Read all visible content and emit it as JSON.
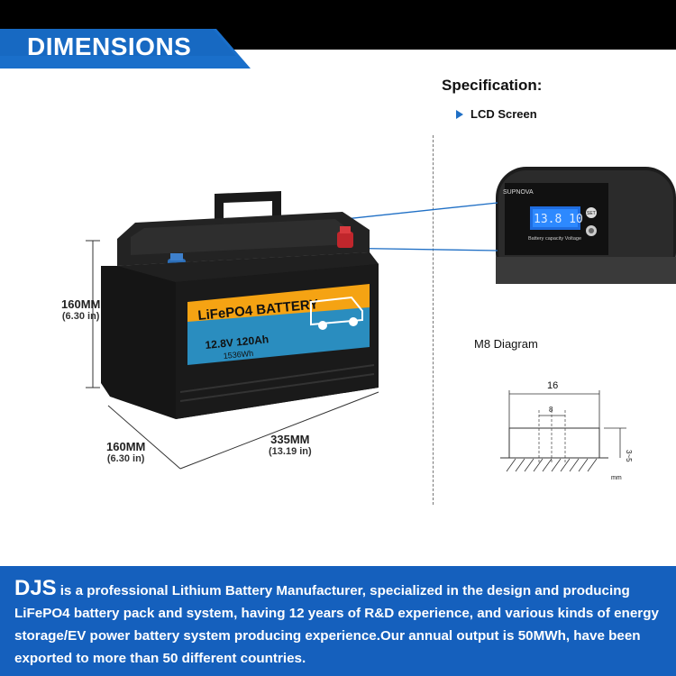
{
  "banner": {
    "title": "DIMENSIONS"
  },
  "spec": {
    "title": "Specification:",
    "lcd_label": "LCD Screen",
    "m8_label": "M8  Diagram"
  },
  "lcd": {
    "brand": "SUPNOVA",
    "set": "SET",
    "caption": "Battery capacity Voltage"
  },
  "battery_label": {
    "chemistry": "LiFePO4 BATTERY",
    "rating": "12.8V 120Ah",
    "energy": "1536Wh"
  },
  "dimensions": {
    "height_mm": "160MM",
    "height_in": "(6.30 in)",
    "width_mm": "160MM",
    "width_in": "(6.30 in)",
    "length_mm": "335MM",
    "length_in": "(13.19 in)"
  },
  "m8": {
    "outer": "16",
    "inner": "8",
    "depth": "3~5",
    "unit": "mm"
  },
  "footer": {
    "brand": "DJS",
    "text": "is a professional Lithium Battery Manufacturer, specialized in the design and producing LiFePO4 battery pack and system, having 12 years of R&D experience, and various kinds of energy storage/EV power battery system producing experience.Our annual output is 50MWh, have been exported to more than 50 different countries."
  }
}
